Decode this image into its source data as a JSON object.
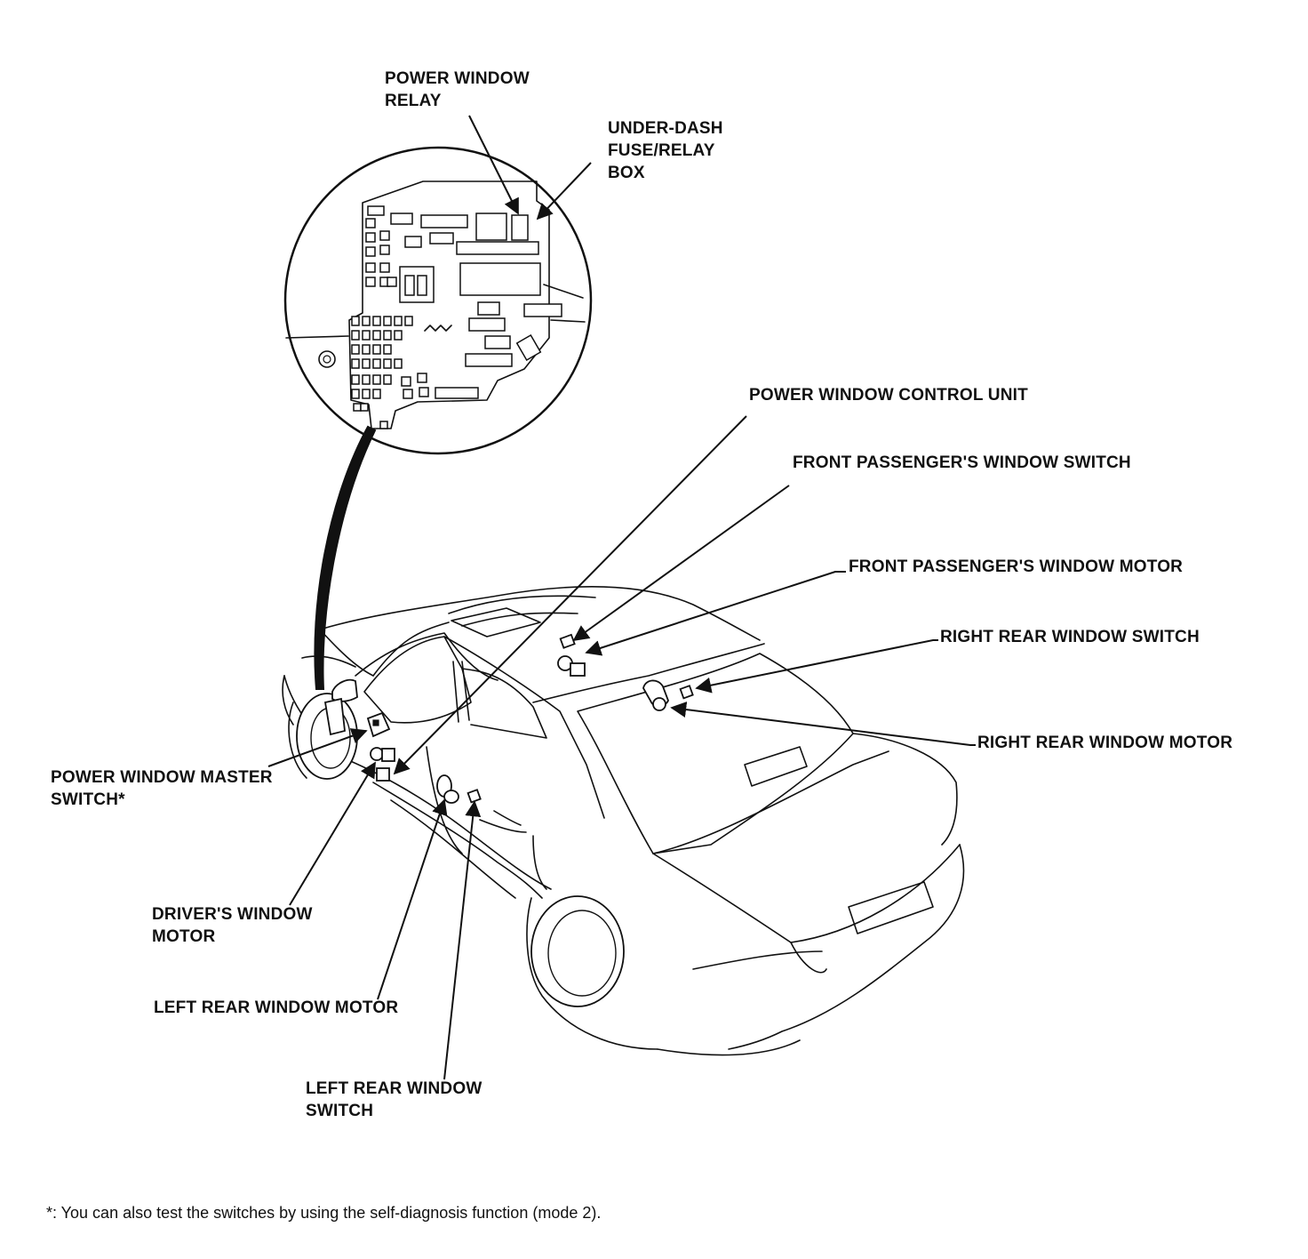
{
  "labels": {
    "power_window_relay": [
      "POWER WINDOW",
      "RELAY"
    ],
    "under_dash_box": [
      "UNDER-DASH",
      "FUSE/RELAY",
      "BOX"
    ],
    "control_unit": "POWER WINDOW CONTROL UNIT",
    "front_passenger_switch": "FRONT PASSENGER'S WINDOW SWITCH",
    "front_passenger_motor": "FRONT PASSENGER'S WINDOW MOTOR",
    "right_rear_switch": "RIGHT REAR WINDOW SWITCH",
    "right_rear_motor": "RIGHT REAR WINDOW MOTOR",
    "master_switch": [
      "POWER WINDOW MASTER",
      "SWITCH*"
    ],
    "drivers_motor": [
      "DRIVER'S WINDOW",
      "MOTOR"
    ],
    "left_rear_motor": "LEFT REAR WINDOW MOTOR",
    "left_rear_switch": [
      "LEFT REAR WINDOW",
      "SWITCH"
    ]
  },
  "footnote": "*: You can also test the switches by using the self-diagnosis function (mode 2)."
}
